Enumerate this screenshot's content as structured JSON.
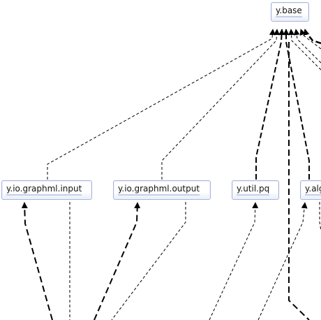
{
  "diagram": {
    "type": "package-dependency-graph",
    "nodes": [
      {
        "id": "base",
        "label": "y.base"
      },
      {
        "id": "gin",
        "label": "y.io.graphml.input"
      },
      {
        "id": "gout",
        "label": "y.io.graphml.output"
      },
      {
        "id": "pq",
        "label": "y.util.pq"
      },
      {
        "id": "alg",
        "label": "y.alg"
      }
    ],
    "edge_style": {
      "color": "#000000",
      "arrowhead": "filled-triangle"
    }
  }
}
